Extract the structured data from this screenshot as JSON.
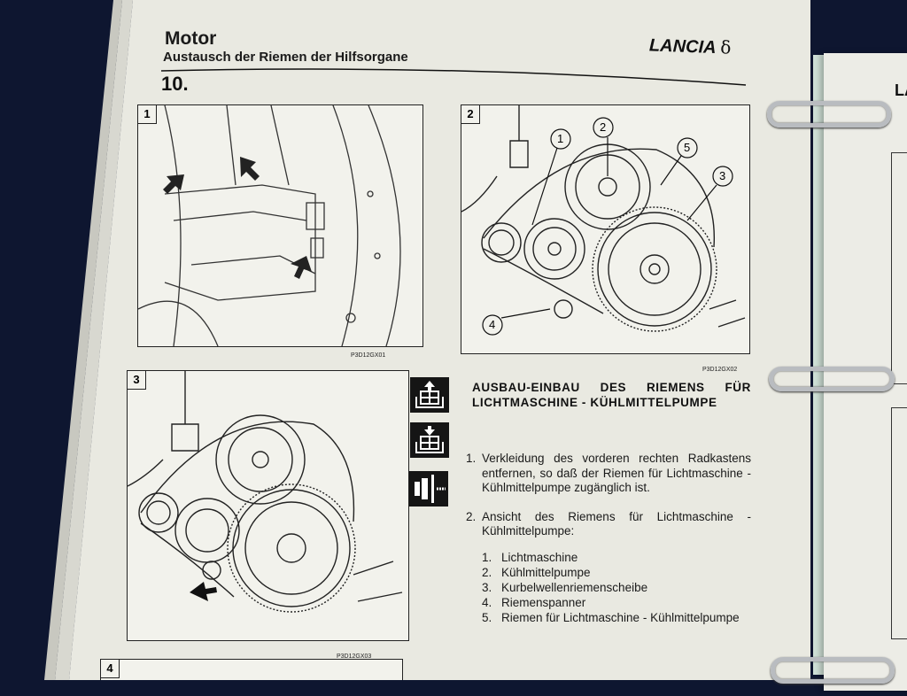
{
  "header": {
    "section": "Motor",
    "subtitle": "Austausch der Riemen der Hilfsorgane",
    "chapter": "10.",
    "brand": "LANCIA",
    "brand_symbol": "δ"
  },
  "figures": [
    {
      "number": "1",
      "caption": "P3D12GX01"
    },
    {
      "number": "2",
      "caption": "P3D12GX02",
      "callouts": [
        "1",
        "2",
        "3",
        "4",
        "5"
      ]
    },
    {
      "number": "3",
      "caption": "P3D12GX03"
    },
    {
      "number": "4"
    }
  ],
  "icons": [
    "removal-icon",
    "installation-icon",
    "inspection-icon"
  ],
  "procedure": {
    "heading_line1": "AUSBAU-EINBAU DES RIEMENS FÜR",
    "heading_line2": "LICHTMASCHINE - KÜHLMITTELPUMPE",
    "steps": [
      {
        "n": "1.",
        "text": "Verkleidung des vorderen rechten Radkastens entfernen, so daß der Riemen für Lichtmaschine - Kühlmittelpumpe zugänglich ist."
      },
      {
        "n": "2.",
        "text": "Ansicht des Riemens für Lichtmaschine - Kühlmittelpumpe:"
      }
    ],
    "legend": [
      {
        "n": "1.",
        "text": "Lichtmaschine"
      },
      {
        "n": "2.",
        "text": "Kühlmittelpumpe"
      },
      {
        "n": "3.",
        "text": "Kurbelwellenriemenscheibe"
      },
      {
        "n": "4.",
        "text": "Riemenspanner"
      },
      {
        "n": "5.",
        "text": "Riemen für Lichtmaschine - Kühlmittelpumpe"
      }
    ]
  },
  "right_page": {
    "header_fragment": "LA"
  },
  "colors": {
    "background": "#0e1630",
    "paper": "#e9e9e1",
    "ink": "#1a1a1a"
  }
}
